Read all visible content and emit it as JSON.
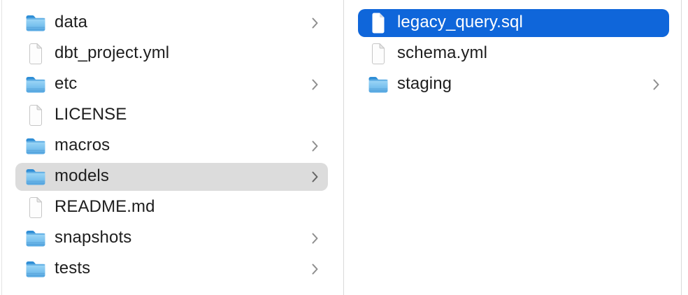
{
  "colors": {
    "selection_blue": "#0f66da",
    "selection_gray": "#dcdcdc",
    "divider": "#d9d9d9",
    "text": "#1e1e1e",
    "text_selected": "#ffffff",
    "chevron": "#8e8e8e",
    "chevron_on_gray": "#646464",
    "folder_tab": "#2f8ed6",
    "folder_body_light": "#a2d9f7",
    "folder_body_dark": "#55a7e2",
    "file_fill": "#fdfdfd",
    "file_border": "#c6c6c6",
    "file_fold": "#e7e7e7",
    "file_fold_on_blue": "#d6dde9"
  },
  "columns": [
    {
      "id": "column-left",
      "items": [
        {
          "label": "data",
          "type": "folder",
          "chevron": true,
          "selected": false
        },
        {
          "label": "dbt_project.yml",
          "type": "file",
          "chevron": false,
          "selected": false
        },
        {
          "label": "etc",
          "type": "folder",
          "chevron": true,
          "selected": false
        },
        {
          "label": "LICENSE",
          "type": "file",
          "chevron": false,
          "selected": false
        },
        {
          "label": "macros",
          "type": "folder",
          "chevron": true,
          "selected": false
        },
        {
          "label": "models",
          "type": "folder",
          "chevron": true,
          "selected": true,
          "selection_style": "inactive"
        },
        {
          "label": "README.md",
          "type": "file",
          "chevron": false,
          "selected": false
        },
        {
          "label": "snapshots",
          "type": "folder",
          "chevron": true,
          "selected": false
        },
        {
          "label": "tests",
          "type": "folder",
          "chevron": true,
          "selected": false
        }
      ]
    },
    {
      "id": "column-right",
      "items": [
        {
          "label": "legacy_query.sql",
          "type": "file",
          "chevron": false,
          "selected": true,
          "selection_style": "active"
        },
        {
          "label": "schema.yml",
          "type": "file",
          "chevron": false,
          "selected": false
        },
        {
          "label": "staging",
          "type": "folder",
          "chevron": true,
          "selected": false
        }
      ]
    }
  ]
}
